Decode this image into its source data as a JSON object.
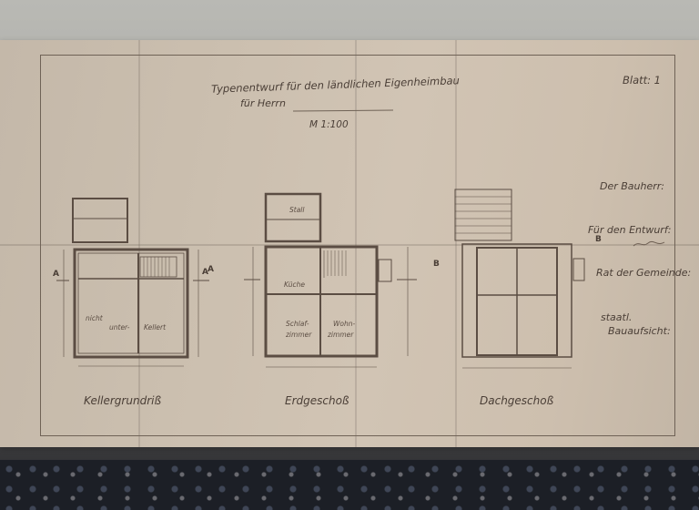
{
  "header": {
    "title": "Typenentwurf für den ländlichen Eigenheimbau",
    "owner_line": "für Herrn",
    "scale": "M 1:100",
    "sheet": "Blatt: 1"
  },
  "signatures": {
    "builder": "Der Bauherr:",
    "designer": "Für den Entwurf:",
    "council": "Rat der Gemeinde:",
    "authority_line1": "staatl.",
    "authority_line2": "Bauaufsicht:"
  },
  "plans": {
    "cellar": {
      "caption": "Kellergrundriß",
      "rooms": [
        "nicht",
        "unter-",
        "Kellert"
      ]
    },
    "ground": {
      "caption": "Erdgeschoß",
      "rooms": [
        "Stall",
        "Küche",
        "Schlaf-",
        "zimmer",
        "Wohn-",
        "zimmer"
      ]
    },
    "attic": {
      "caption": "Dachgeschoß"
    }
  },
  "section_markers": {
    "a": "A",
    "b": "B"
  },
  "colors": {
    "paper": "#cbbfaf",
    "ink": "#4a3e36"
  }
}
